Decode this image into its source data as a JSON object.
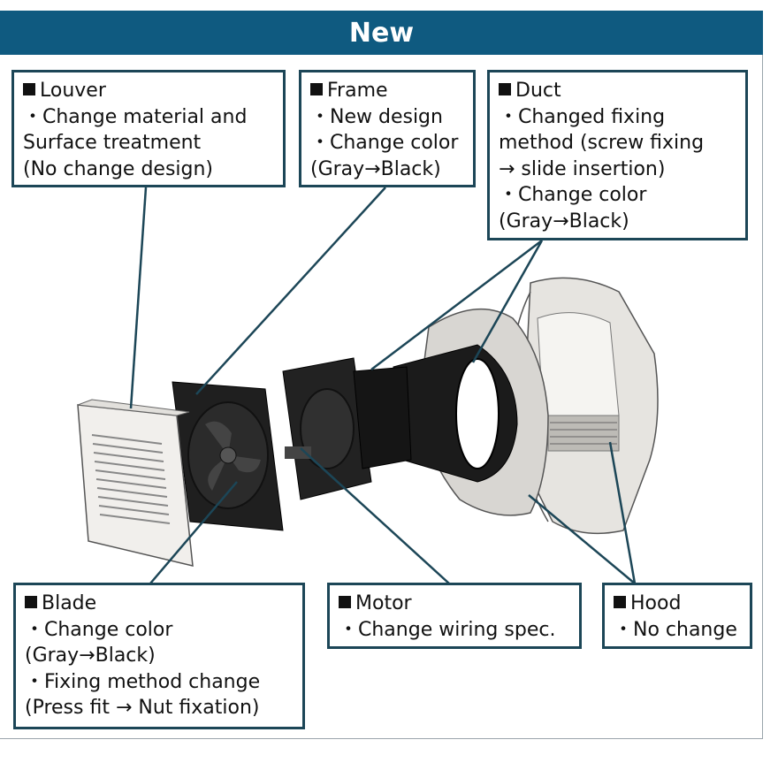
{
  "banner": {
    "title": "New"
  },
  "callouts": {
    "louver": {
      "title": "Louver",
      "lines": [
        "・Change material and",
        "Surface treatment",
        "(No change design)"
      ]
    },
    "frame": {
      "title": "Frame",
      "lines": [
        "・New design",
        "・Change color",
        "(Gray→Black)"
      ]
    },
    "duct": {
      "title": "Duct",
      "lines": [
        "・Changed fixing",
        "method (screw fixing",
        "→ slide insertion)",
        "・Change color",
        "(Gray→Black)"
      ]
    },
    "blade": {
      "title": "Blade",
      "lines": [
        "・Change color",
        "(Gray→Black)",
        "・Fixing method change",
        "(Press fit → Nut fixation)"
      ]
    },
    "motor": {
      "title": "Motor",
      "lines": [
        "・Change wiring spec."
      ]
    },
    "hood": {
      "title": "Hood",
      "lines": [
        "・No change"
      ]
    }
  },
  "colors": {
    "banner": "#0f5a80",
    "box_border": "#1c4657",
    "part_black": "#1b1b1b",
    "part_gray": "#d8d6d2"
  }
}
